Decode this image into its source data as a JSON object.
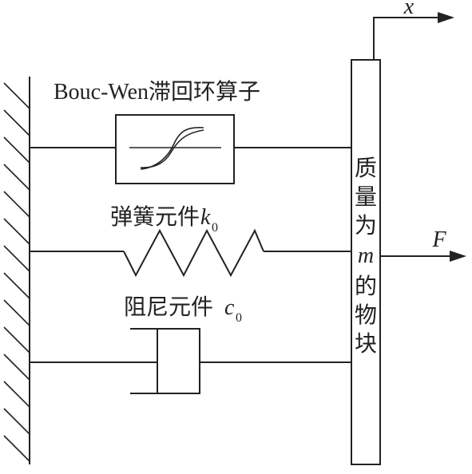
{
  "diagram": {
    "labels": {
      "hysteresis_operator": "Bouc-Wen滞回环算子",
      "spring_prefix": "弹簧元件",
      "spring_symbol": "k",
      "spring_subscript": "0",
      "damper_prefix": "阻尼元件",
      "damper_symbol": "c",
      "damper_subscript": "0",
      "displacement": "x",
      "force": "F"
    },
    "mass_block": {
      "lines": [
        "质",
        "量",
        "为",
        "m",
        "的",
        "物",
        "块"
      ]
    },
    "colors": {
      "stroke": "#222222",
      "background": "#ffffff"
    }
  }
}
